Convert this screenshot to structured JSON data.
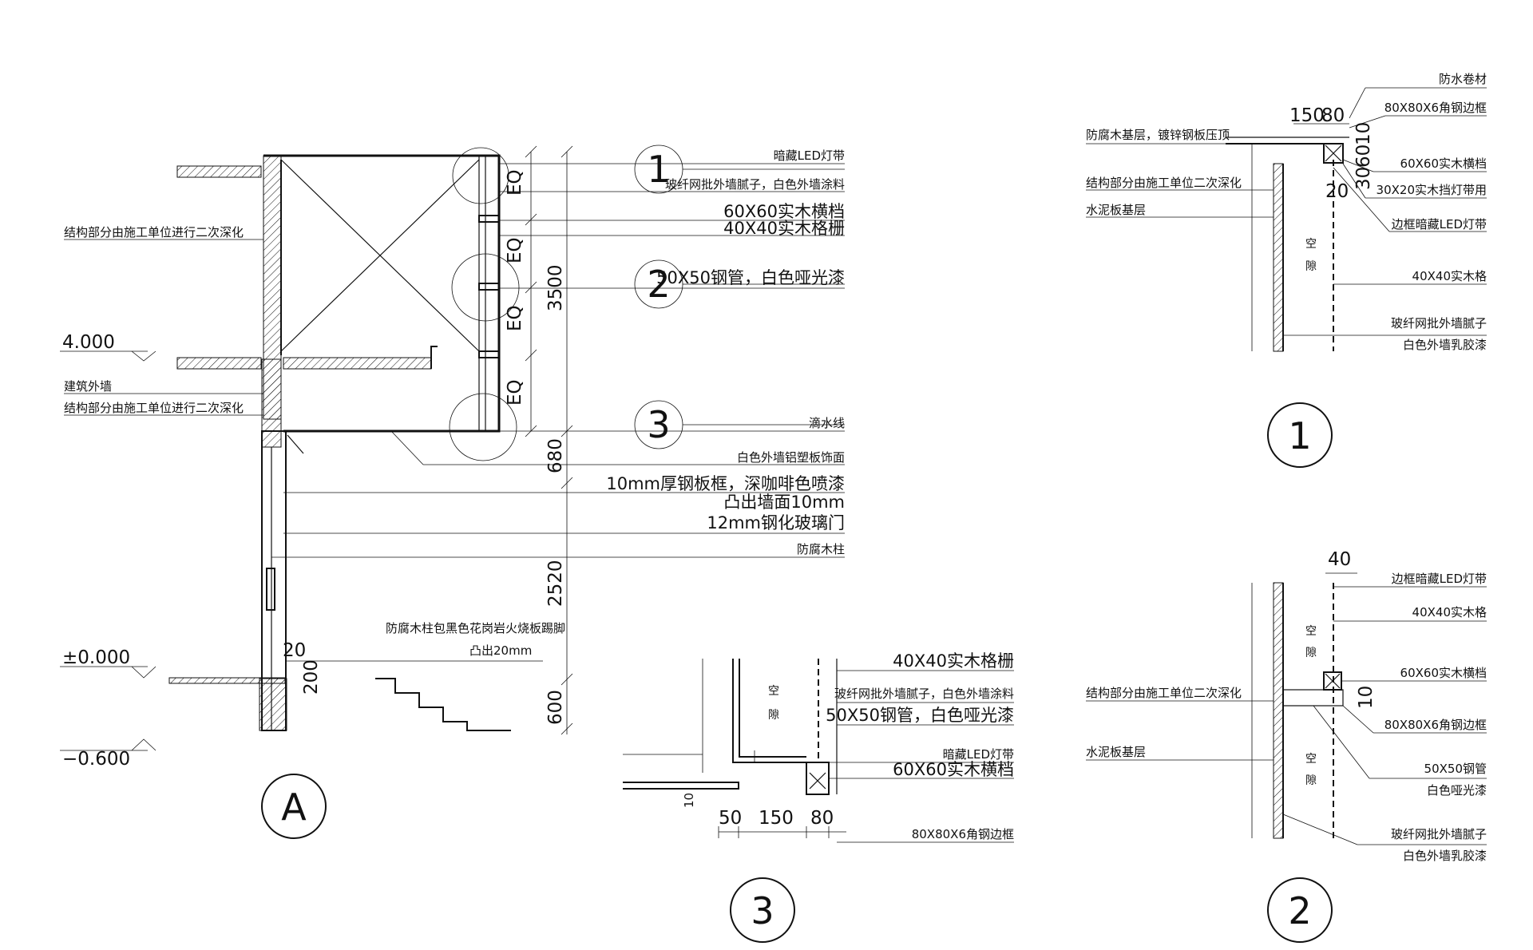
{
  "detail_a": {
    "tag": "A",
    "labels": {
      "led_strip": "暗藏LED灯带",
      "fiberglass_paint": "玻纤网批外墙腻子，白色外墙涂料",
      "wood_rail_60": "60X60实木横档",
      "wood_grille_40": "40X40实木格栅",
      "steel_pipe_50": "50X50钢管，白色哑光漆",
      "drip_line": "滴水线",
      "aluminum_panel": "白色外墙铝塑板饰面",
      "steel_frame_10": "10mm厚钢板框，深咖啡色喷漆",
      "protrude_10": "凸出墙面10mm",
      "glass_door": "12mm钢化玻璃门",
      "wood_column": "防腐木柱",
      "structure_1": "结构部分由施工单位进行二次深化",
      "exterior_wall": "建筑外墙",
      "structure_2": "结构部分由施工单位进行二次深化",
      "granite_base": "防腐木柱包黑色花岗岩火烧板踢脚",
      "protrude_20": "凸出20mm"
    },
    "levels": [
      "4.000",
      "±0.000",
      "−0.600"
    ],
    "dims": {
      "eq": "EQ",
      "d3500": "3500",
      "d680": "680",
      "d2520": "2520",
      "d600": "600",
      "d20": "20",
      "d200": "200"
    },
    "callouts": [
      "1",
      "2",
      "3"
    ]
  },
  "detail_1": {
    "tag": "1",
    "labels": {
      "waterproof": "防水卷材",
      "angle_frame": "80X80X6角钢边框",
      "wood_base": "防腐木基层，镀锌钢板压顶",
      "wood_rail": "60X60实木横档",
      "structure": "结构部分由施工单位二次深化",
      "led_block": "30X20实木挡灯带用",
      "cement_board": "水泥板基层",
      "led_edge": "边框暗藏LED灯带",
      "wood_grid": "40X40实木格",
      "putty": "玻纤网批外墙腻子",
      "latex": "白色外墙乳胶漆"
    },
    "dims": {
      "d150": "150",
      "d80": "80",
      "d30": "30",
      "d60": "60",
      "d10": "10",
      "d20": "20"
    },
    "gap": [
      "空",
      "隙"
    ]
  },
  "detail_2": {
    "tag": "2",
    "labels": {
      "led_edge": "边框暗藏LED灯带",
      "wood_grid": "40X40实木格",
      "wood_rail": "60X60实木横档",
      "structure": "结构部分由施工单位二次深化",
      "angle_frame": "80X80X6角钢边框",
      "cement_board": "水泥板基层",
      "steel_pipe": "50X50钢管",
      "matte_white": "白色哑光漆",
      "putty": "玻纤网批外墙腻子",
      "latex": "白色外墙乳胶漆"
    },
    "dims": {
      "d40": "40",
      "d10": "10"
    },
    "gap_top": [
      "空",
      "隙"
    ],
    "gap_bottom": [
      "空",
      "隙"
    ]
  },
  "detail_3": {
    "tag": "3",
    "labels": {
      "wood_grille": "40X40实木格栅",
      "fiberglass_paint": "玻纤网批外墙腻子，白色外墙涂料",
      "steel_pipe": "50X50钢管，白色哑光漆",
      "led_strip": "暗藏LED灯带",
      "wood_rail": "60X60实木横档",
      "angle_frame": "80X80X6角钢边框"
    },
    "dims": {
      "d50": "50",
      "d150": "150",
      "d80": "80",
      "d10": "10"
    },
    "gap": [
      "空",
      "隙"
    ]
  }
}
